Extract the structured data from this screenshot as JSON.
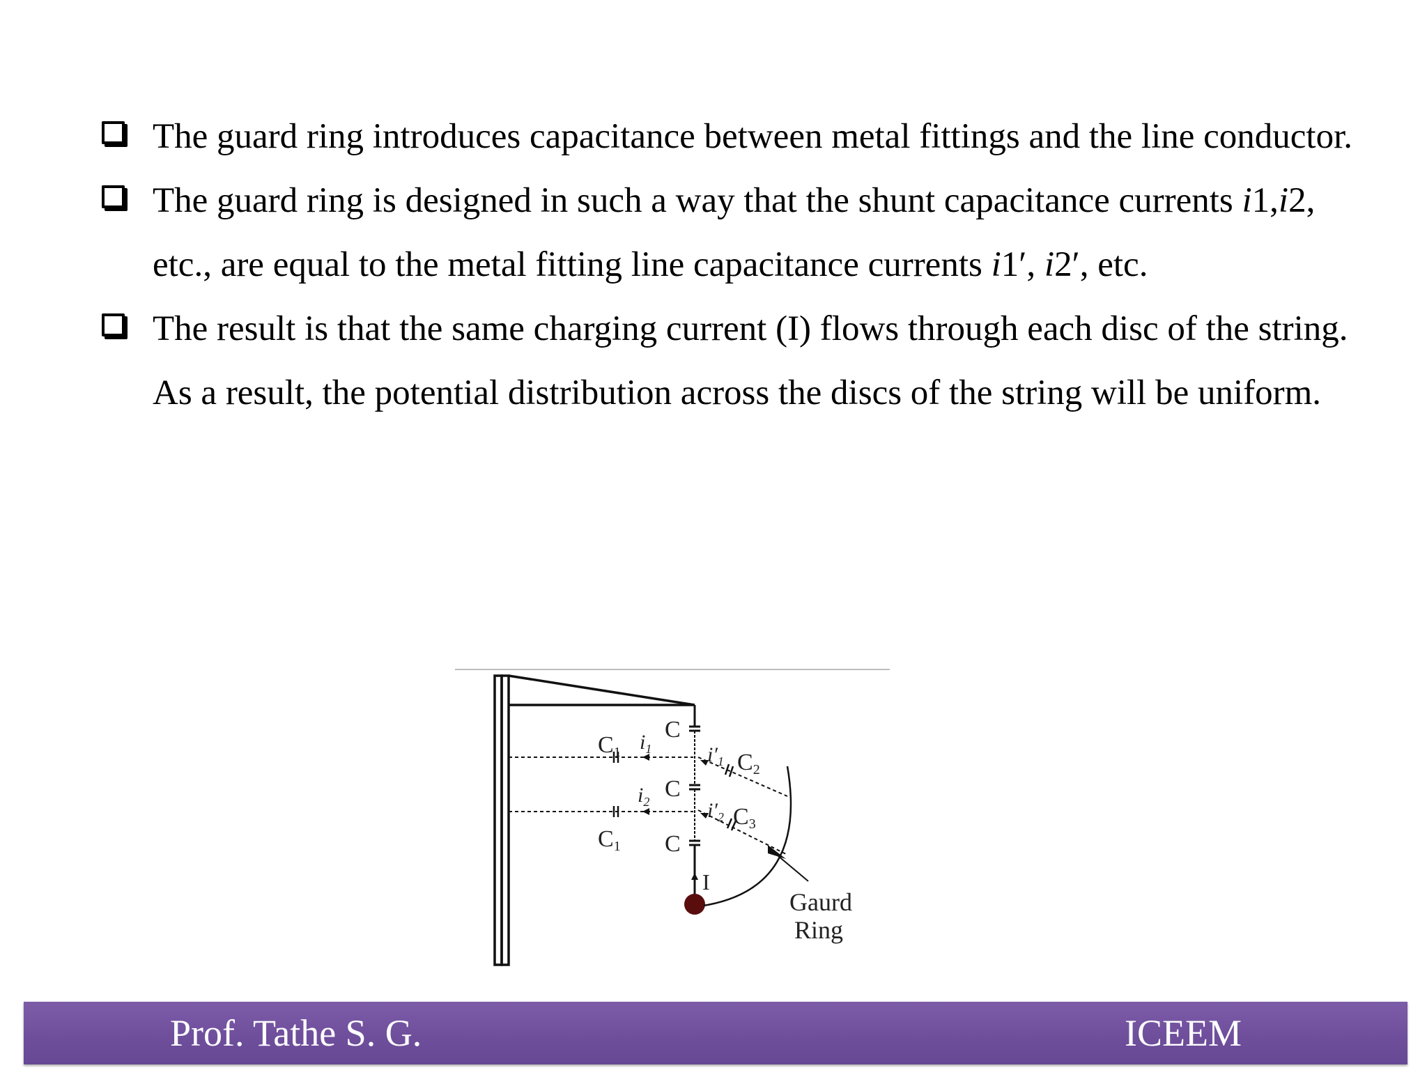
{
  "bullets": [
    {
      "parts": [
        "The guard ring introduces capacitance between metal fittings and the line conductor."
      ]
    },
    {
      "parts": [
        "The guard ring is designed in such a way that the shunt capacitance currents ",
        "i",
        "1,",
        "i",
        "2, etc., are equal to the metal fitting line capacitance currents ",
        "i",
        "1′, ",
        "i",
        "2′, etc."
      ]
    },
    {
      "parts": [
        "The result is that the same charging current (I) flows through each disc of the string. As a result, the potential distribution across the discs of the string will be uniform."
      ]
    }
  ],
  "figure": {
    "labels": {
      "c1_top": "C",
      "c1_top_sub": "1",
      "c1_bottom": "C",
      "c1_bottom_sub": "1",
      "i1": "i",
      "i1_sub": "1",
      "i2": "i",
      "i2_sub": "2",
      "c_a": "C",
      "c_b": "C",
      "c_c": "C",
      "i1p": "i′",
      "i1p_sub": "1",
      "i2p": "i′",
      "i2p_sub": "2",
      "c2": "C",
      "c2_sub": "2",
      "c3": "C",
      "c3_sub": "3",
      "current": "I",
      "guard_line1": "Gaurd",
      "guard_line2": "Ring"
    }
  },
  "footer": {
    "left": "Prof. Tathe S. G.",
    "right": "ICEEM"
  },
  "colors": {
    "footer_bar": "#6f4f9c",
    "conductor_dot": "#5a0d0d"
  }
}
